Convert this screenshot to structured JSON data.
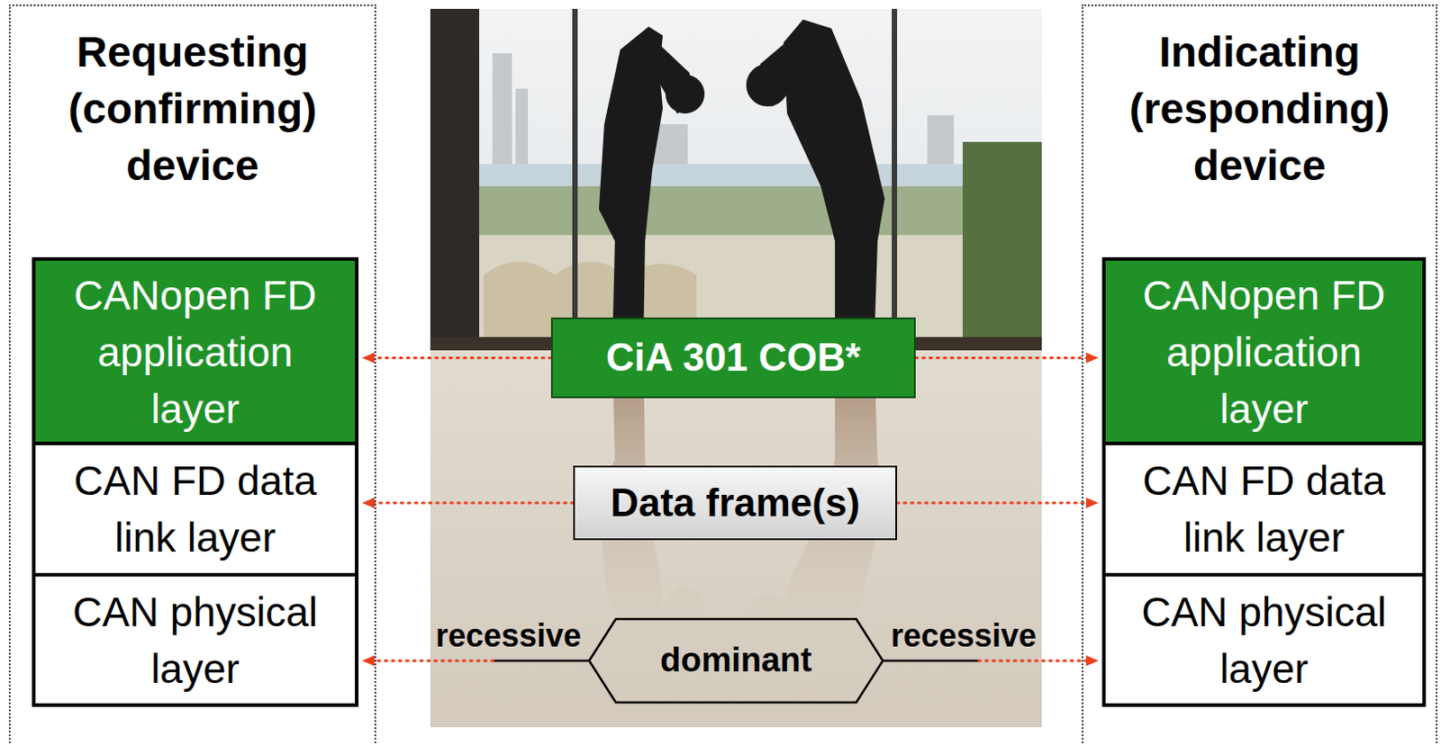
{
  "diagram": {
    "nodes": [
      {
        "text": [
          "Requesting (confirming) device"
        ]
      },
      {
        "text": [
          "CANopen FD application layer"
        ],
        "in": 0
      },
      {
        "text": [
          "CAN FD data link layer"
        ],
        "in": 0
      },
      {
        "text": [
          "CAN physical layer"
        ],
        "in": 0
      },
      {
        "text": [
          "Indicating (responding) device"
        ]
      },
      {
        "text": [
          "CANopen FD application layer"
        ],
        "in": 4
      },
      {
        "text": [
          "CAN FD data link layer"
        ],
        "in": 4
      },
      {
        "text": [
          "CAN physical layer"
        ],
        "in": 4
      },
      {
        "text": [
          "CiA 301 COB*"
        ]
      },
      {
        "text": [
          "Data frame(s)"
        ]
      },
      {
        "text": [
          "dominant"
        ]
      }
    ],
    "edges": [
      {
        "from": 8,
        "to": 1,
        "arrow": "to"
      },
      {
        "from": 8,
        "to": 5,
        "arrow": "to"
      },
      {
        "from": 9,
        "to": 2,
        "arrow": "to"
      },
      {
        "from": 9,
        "to": 6,
        "arrow": "to"
      },
      {
        "from": 10,
        "to": 3,
        "label": "recessive",
        "arrow": "to"
      },
      {
        "from": 10,
        "to": 7,
        "label": "recessive",
        "arrow": "to"
      }
    ]
  }
}
